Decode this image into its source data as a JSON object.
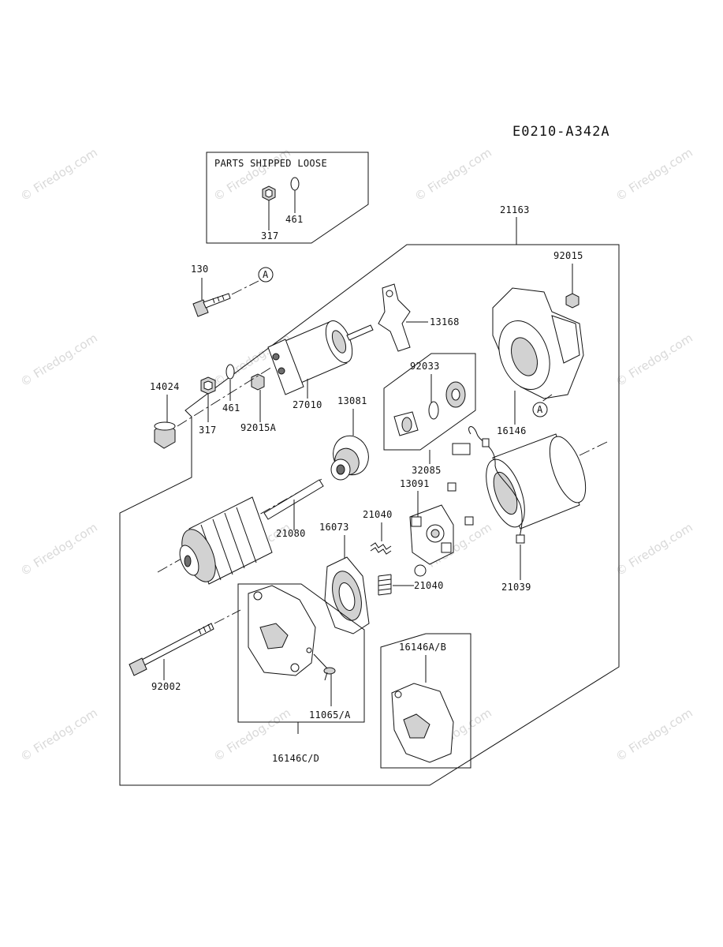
{
  "diagram_code": "E0210-A342A",
  "loose_box_title": "PARTS SHIPPED LOOSE",
  "watermark": "© Firedog.com",
  "callout_letter": "A",
  "parts": {
    "p21163": "21163",
    "p130": "130",
    "p92015": "92015",
    "p13168": "13168",
    "p14024": "14024",
    "p461_loose": "461",
    "p317_loose": "317",
    "p461": "461",
    "p317": "317",
    "p92015a": "92015A",
    "p27010": "27010",
    "p92033": "92033",
    "p16146": "16146",
    "p13081": "13081",
    "p32085": "32085",
    "p13091": "13091",
    "p21040_top": "21040",
    "p21040_bot": "21040",
    "p16073": "16073",
    "p21080": "21080",
    "p21039": "21039",
    "p92002": "92002",
    "p11065": "11065/A",
    "p16146cd": "16146C/D",
    "p16146ab": "16146A/B"
  }
}
